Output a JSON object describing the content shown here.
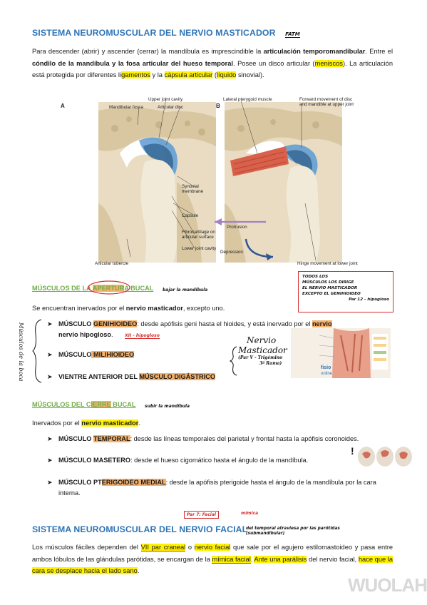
{
  "section1": {
    "title": "SISTEMA NEUROMUSCULAR DEL NERVIO MASTICADOR",
    "stamp": "FATM",
    "p1": {
      "t1": "Para descender (abrir) y ascender (cerrar) la mandíbula es imprescindible la ",
      "b1": "articulación temporomandibular",
      "t2": ". Entre el ",
      "b2": "cóndilo de la mandíbula y la fosa articular del hueso temporal",
      "t3": ". Posee un disco articular (",
      "h1": "meniscos",
      "t4": "). La articulación está protegida por diferentes li",
      "h2": "gamentos",
      "t5": " y la ",
      "h3": "cápsula articular",
      "t6": " (",
      "h4": "líquido",
      "t7": " sinovial)."
    }
  },
  "figure": {
    "label_a": "A",
    "label_b": "B",
    "a_labels": {
      "upper_joint_cavity": "Upper joint cavity",
      "mandibular_fossa": "Mandibular fossa",
      "articular_disc": "Articular disc",
      "synovial_membrane_1": "Synovial",
      "synovial_membrane_2": "membrane",
      "capsule": "Capsule",
      "fibrocartilage_1": "Fibrocartilage on",
      "fibrocartilage_2": "articular surface",
      "lower_joint_cavity": "Lower joint cavity",
      "articular_tubercle": "Articular tubercle"
    },
    "b_labels": {
      "lateral_pterygoid": "Lateral pterygoid muscle",
      "forward_movement_1": "Forward movement of disc",
      "forward_movement_2": "and mandible at upper joint",
      "protrusion": "Protrusion",
      "depression": "Depression",
      "hinge_movement": "Hinge movement at lower joint"
    }
  },
  "apertura": {
    "title_pre": "MÚSCULOS DE LA ",
    "title_hl": "APERTUR",
    "title_post": "A BUCAL",
    "note": "bajar la mandíbula",
    "intro_pre": "Se encuentran inervados por el ",
    "intro_b": "nervio masticador",
    "intro_post": ", excepto uno.",
    "boxnote": [
      "TODOS LOS",
      "MÚSCULOS LOS DIRIGE",
      "EL NERVIO MASTICADOR",
      "EXCEPTO EL GENIHIOIDEO",
      "Par 12 - hipogloso"
    ],
    "items": [
      {
        "pre": "MÚSCULO ",
        "hl": "GENIHIOIDEO",
        "post": ": desde apófisis geni hasta el hioides, y está inervado por el ",
        "b2": "nervio hipogloso",
        "post2": ".",
        "hl2": "nervio"
      },
      {
        "pre": "MÚSCULO",
        "hl": " MILIHIOIDEO",
        "post": ""
      },
      {
        "pre": "VIENTRE ANTERIOR DEL ",
        "hl": "MÚSCULO DIGÁSTRICO",
        "post": ""
      }
    ],
    "handnote": "XII - hipogloso",
    "side_note": "Músculos de la boca",
    "nervio_note": [
      "Nervio",
      "Masticador",
      "(Par V - Trigémino",
      "3ª Rama)"
    ],
    "fisio_label_1": "fisio",
    "fisio_label_2": "online"
  },
  "cierre": {
    "title_pre": "MÚSCULOS DEL C",
    "title_hl": "IERRE",
    "title_post": " BUCAL",
    "note": "subir la mandíbula",
    "intro_pre": "Inervados por el ",
    "intro_hl": "nervio masticador",
    "intro_post": ".",
    "items": [
      {
        "pre": "MÚSCULO ",
        "hl": "TEMPORAL",
        "post": ": desde las líneas temporales del parietal y frontal hasta la apófisis coronoides."
      },
      {
        "pre": "MÚSCULO MASETERO",
        "hl": "",
        "post": ": desde el hueso cigomático hasta el ángulo de la mandíbula."
      },
      {
        "pre": "MÚSCULO PT",
        "hl": "ERIGOIDEO MEDIAL",
        "post": ": desde la apófisis pterigoide hasta el ángulo de la mandíbula por la cara interna."
      }
    ]
  },
  "section2": {
    "title": "SISTEMA NEUROMUSCULAR DEL NERVIO FACIAL",
    "note_top": "Par 7: Facial",
    "note_top2": "mímica",
    "note_side": "del temporal atraviesa por las parótidas (submandibular)",
    "p_t1": "Los músculos fáciles dependen del ",
    "p_h1": "VII par craneal",
    "p_t2": " o ",
    "p_h2": "nervio facial",
    "p_t3": " que sale por el agujero estilomastoideo y pasa entre ambos lóbulos de las glándulas parótidas, se encargan de la ",
    "p_h3": "mímica facial",
    "p_t4": ". ",
    "p_h4": "Ante una parálisis",
    "p_t5": " del nervio facial, ",
    "p_h5": "hace que la cara se desplace hacia el lado sano",
    "p_t6": "."
  },
  "watermark": "WUOLAH"
}
